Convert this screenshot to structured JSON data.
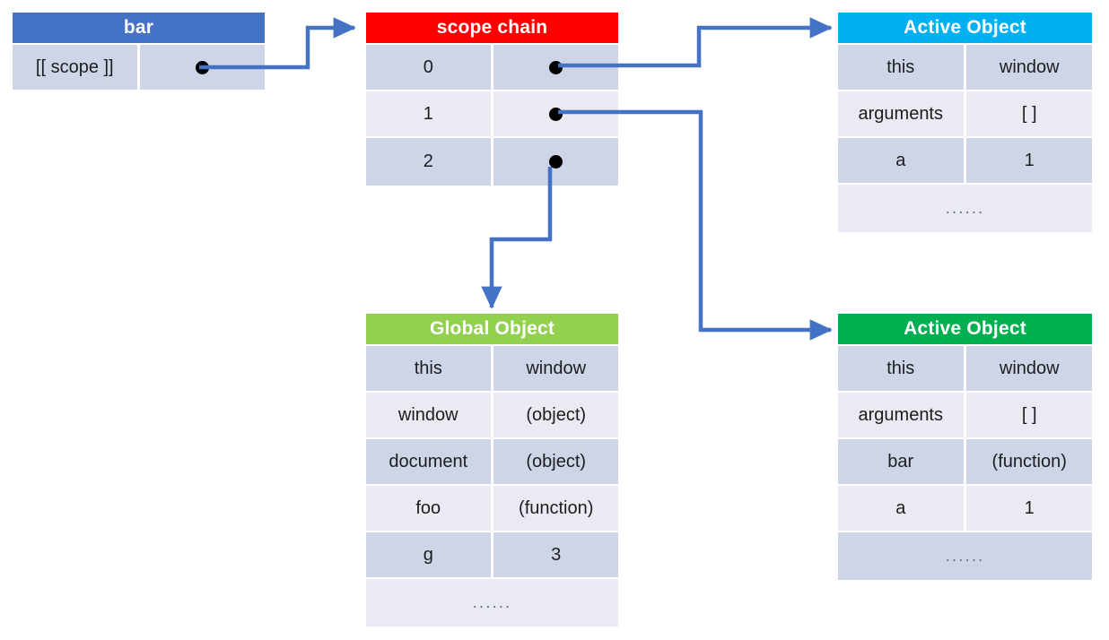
{
  "colors": {
    "bar_header": "#4472c4",
    "scope_chain_header": "#ff0000",
    "active_object_top_header": "#00b0f0",
    "global_object_header": "#92d050",
    "active_object_bottom_header": "#00b050",
    "connector": "#4472c4",
    "row_shade_dark": "#ced5e6",
    "row_shade_light": "#e9eaf2",
    "pointer_dot": "#000000"
  },
  "ellipsis": "......",
  "bar_box": {
    "title": "bar",
    "rows": [
      {
        "key": "[[ scope ]]",
        "value_icon": "pointer-dot"
      }
    ]
  },
  "scope_chain_box": {
    "title": "scope chain",
    "rows": [
      {
        "index": "0",
        "value_icon": "pointer-dot"
      },
      {
        "index": "1",
        "value_icon": "pointer-dot"
      },
      {
        "index": "2",
        "value_icon": "pointer-dot"
      }
    ]
  },
  "active_object_top": {
    "title": "Active Object",
    "rows": [
      {
        "key": "this",
        "value": "window"
      },
      {
        "key": "arguments",
        "value": "[ ]"
      },
      {
        "key": "a",
        "value": "1"
      }
    ],
    "ellipsis_row": "......"
  },
  "global_object": {
    "title": "Global Object",
    "rows": [
      {
        "key": "this",
        "value": "window"
      },
      {
        "key": "window",
        "value": "(object)"
      },
      {
        "key": "document",
        "value": "(object)"
      },
      {
        "key": "foo",
        "value": "(function)"
      },
      {
        "key": "g",
        "value": "3"
      }
    ],
    "ellipsis_row": "......"
  },
  "active_object_bottom": {
    "title": "Active Object",
    "rows": [
      {
        "key": "this",
        "value": "window"
      },
      {
        "key": "arguments",
        "value": "[ ]"
      },
      {
        "key": "bar",
        "value": "(function)"
      },
      {
        "key": "a",
        "value": "1"
      }
    ],
    "ellipsis_row": "......"
  },
  "connectors": [
    {
      "name": "bar-scope-to-scope-chain",
      "from": "bar [[scope]] pointer",
      "to": "scope chain"
    },
    {
      "name": "scope-0-to-active-object-top",
      "from": "scope chain index 0",
      "to": "Active Object (top)"
    },
    {
      "name": "scope-1-to-active-object-bottom",
      "from": "scope chain index 1",
      "to": "Active Object (bottom)"
    },
    {
      "name": "scope-2-to-global-object",
      "from": "scope chain index 2",
      "to": "Global Object"
    }
  ]
}
